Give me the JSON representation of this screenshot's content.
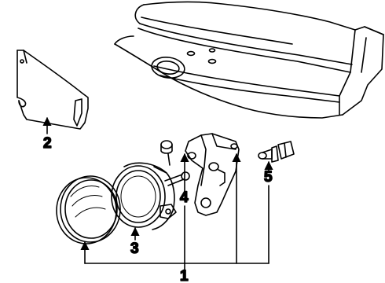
{
  "diagram": {
    "line_color": "#000000",
    "background_color": "#ffffff",
    "callouts": {
      "c1": "1",
      "c2": "2",
      "c3": "3",
      "c4": "4",
      "c5": "5"
    }
  }
}
